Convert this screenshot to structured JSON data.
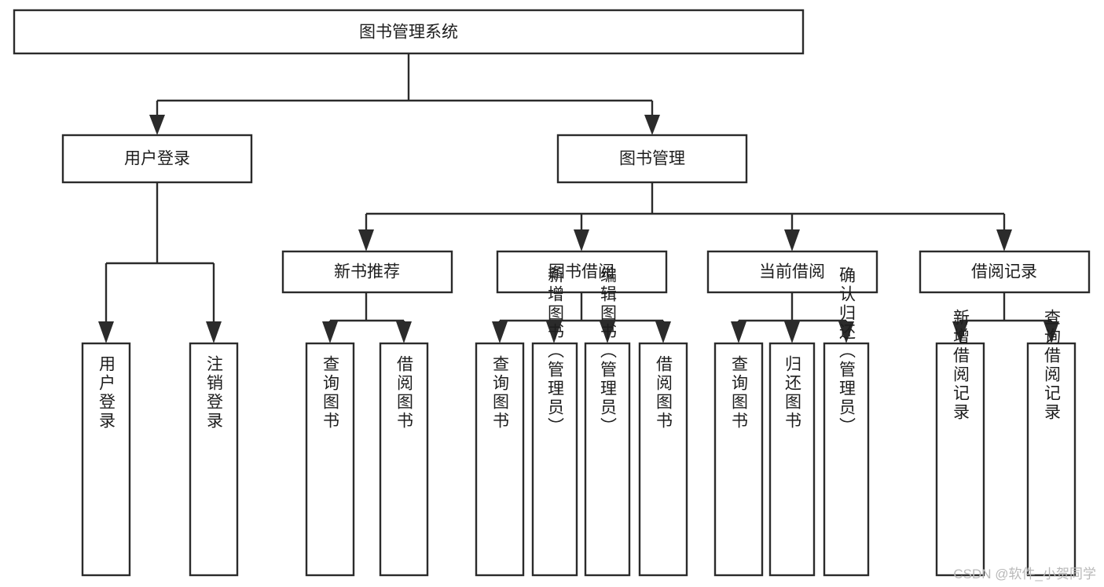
{
  "diagram": {
    "type": "tree-hierarchy-chart",
    "title": "图书管理系统",
    "watermark": "CSDN @软件_小贺同学",
    "levels": {
      "root": {
        "label": "图书管理系统"
      },
      "level2": [
        {
          "id": "user-login",
          "label": "用户登录"
        },
        {
          "id": "book-management",
          "label": "图书管理"
        }
      ],
      "level3": [
        {
          "id": "new-book-recommend",
          "label": "新书推荐",
          "parent": "book-management"
        },
        {
          "id": "book-borrow",
          "label": "图书借阅",
          "parent": "book-management"
        },
        {
          "id": "current-borrow",
          "label": "当前借阅",
          "parent": "book-management"
        },
        {
          "id": "borrow-record",
          "label": "借阅记录",
          "parent": "book-management"
        }
      ],
      "leaves": [
        {
          "id": "leaf-user-login",
          "label": "用户登录",
          "parent": "user-login"
        },
        {
          "id": "leaf-logout",
          "label": "注销登录",
          "parent": "user-login"
        },
        {
          "id": "leaf-query-book-1",
          "label": "查询图书",
          "parent": "new-book-recommend"
        },
        {
          "id": "leaf-borrow-book-1",
          "label": "借阅图书",
          "parent": "new-book-recommend"
        },
        {
          "id": "leaf-query-book-2",
          "label": "查询图书",
          "parent": "book-borrow"
        },
        {
          "id": "leaf-add-book",
          "label": "新增图书（管理员）",
          "parent": "book-borrow"
        },
        {
          "id": "leaf-edit-book",
          "label": "编辑图书（管理员）",
          "parent": "book-borrow"
        },
        {
          "id": "leaf-borrow-book-2",
          "label": "借阅图书",
          "parent": "book-borrow"
        },
        {
          "id": "leaf-query-book-3",
          "label": "查询图书",
          "parent": "current-borrow"
        },
        {
          "id": "leaf-return-book",
          "label": "归还图书",
          "parent": "current-borrow"
        },
        {
          "id": "leaf-confirm-return",
          "label": "确认归还（管理员）",
          "parent": "current-borrow"
        },
        {
          "id": "leaf-add-record",
          "label": "新增借阅记录",
          "parent": "borrow-record"
        },
        {
          "id": "leaf-query-record",
          "label": "查询借阅记录",
          "parent": "borrow-record"
        }
      ]
    },
    "colors": {
      "box_stroke": "#2b2b2b",
      "box_fill": "#ffffff",
      "text": "#1d1d1d",
      "background": "#ffffff",
      "watermark": "#b9b9b9"
    }
  }
}
